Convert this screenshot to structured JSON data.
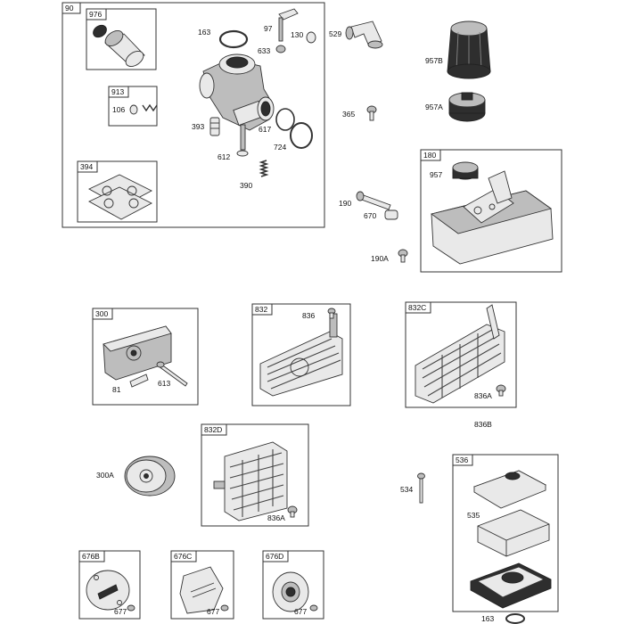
{
  "groups": [
    {
      "tag": "90"
    },
    {
      "tag": "976"
    },
    {
      "tag": "913"
    },
    {
      "tag": "394"
    },
    {
      "tag": "180"
    },
    {
      "tag": "300"
    },
    {
      "tag": "832"
    },
    {
      "tag": "832C"
    },
    {
      "tag": "832D"
    },
    {
      "tag": "536"
    },
    {
      "tag": "676B"
    },
    {
      "tag": "676C"
    },
    {
      "tag": "676D"
    }
  ],
  "labels": [
    {
      "text": "163"
    },
    {
      "text": "97"
    },
    {
      "text": "130"
    },
    {
      "text": "633"
    },
    {
      "text": "106"
    },
    {
      "text": "393"
    },
    {
      "text": "617"
    },
    {
      "text": "724"
    },
    {
      "text": "612"
    },
    {
      "text": "390"
    },
    {
      "text": "529"
    },
    {
      "text": "957B"
    },
    {
      "text": "957A"
    },
    {
      "text": "365"
    },
    {
      "text": "957"
    },
    {
      "text": "190"
    },
    {
      "text": "670"
    },
    {
      "text": "190A"
    },
    {
      "text": "81"
    },
    {
      "text": "613"
    },
    {
      "text": "836"
    },
    {
      "text": "836A"
    },
    {
      "text": "836B"
    },
    {
      "text": "300A"
    },
    {
      "text": "836A"
    },
    {
      "text": "534"
    },
    {
      "text": "535"
    },
    {
      "text": "677"
    },
    {
      "text": "677"
    },
    {
      "text": "677"
    },
    {
      "text": "163"
    }
  ]
}
